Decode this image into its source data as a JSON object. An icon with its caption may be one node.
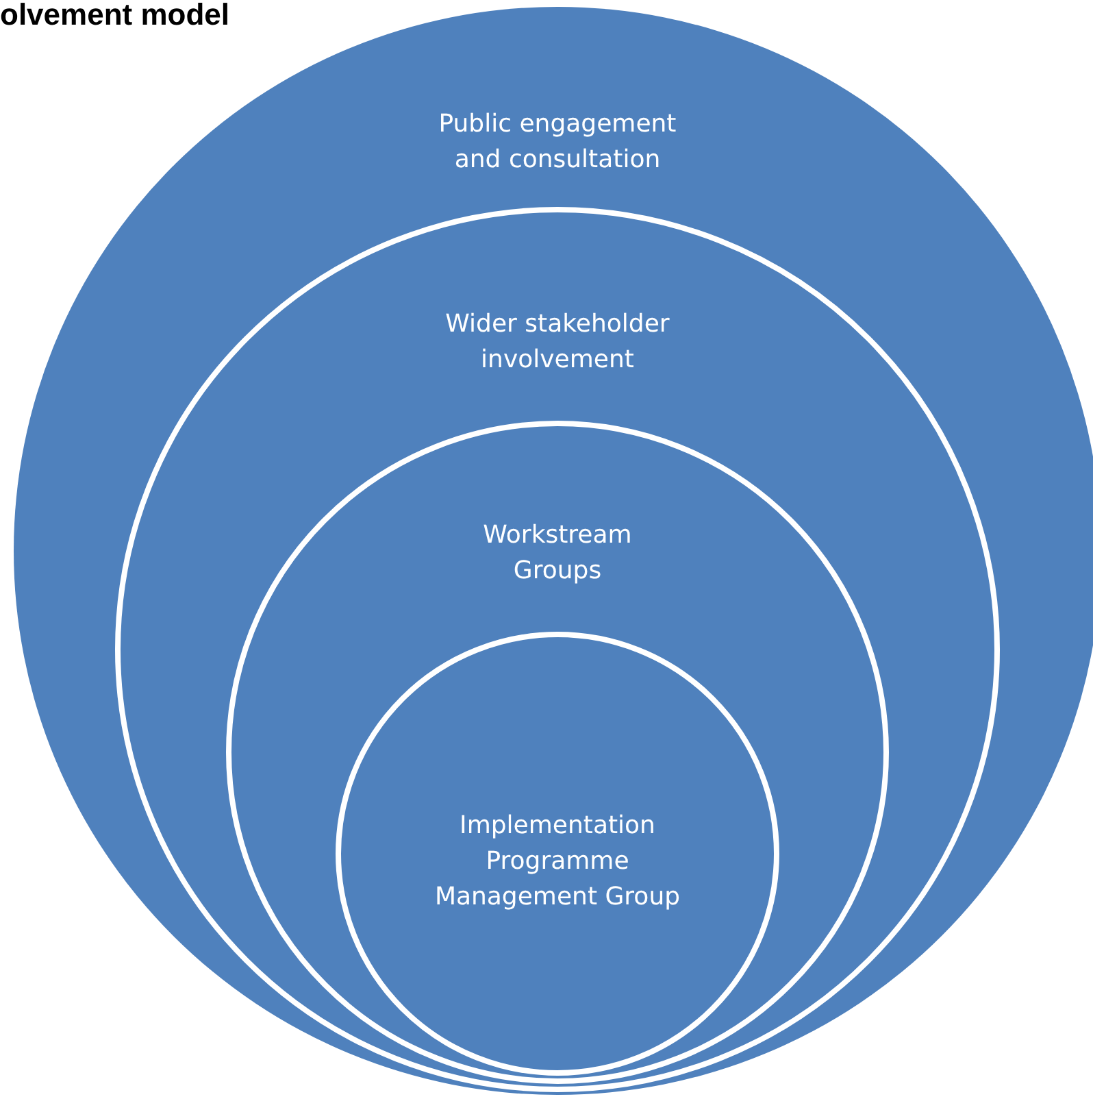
{
  "diagram": {
    "title": "olvement model",
    "nodes": [
      {
        "text": [
          "Public engagement and consultation"
        ]
      },
      {
        "text": [
          "Wider stakeholder involvement"
        ],
        "in": 0
      },
      {
        "text": [
          "Workstream Groups"
        ],
        "in": 1
      },
      {
        "text": [
          "Implementation Programme Management Group"
        ],
        "in": 2
      }
    ]
  }
}
